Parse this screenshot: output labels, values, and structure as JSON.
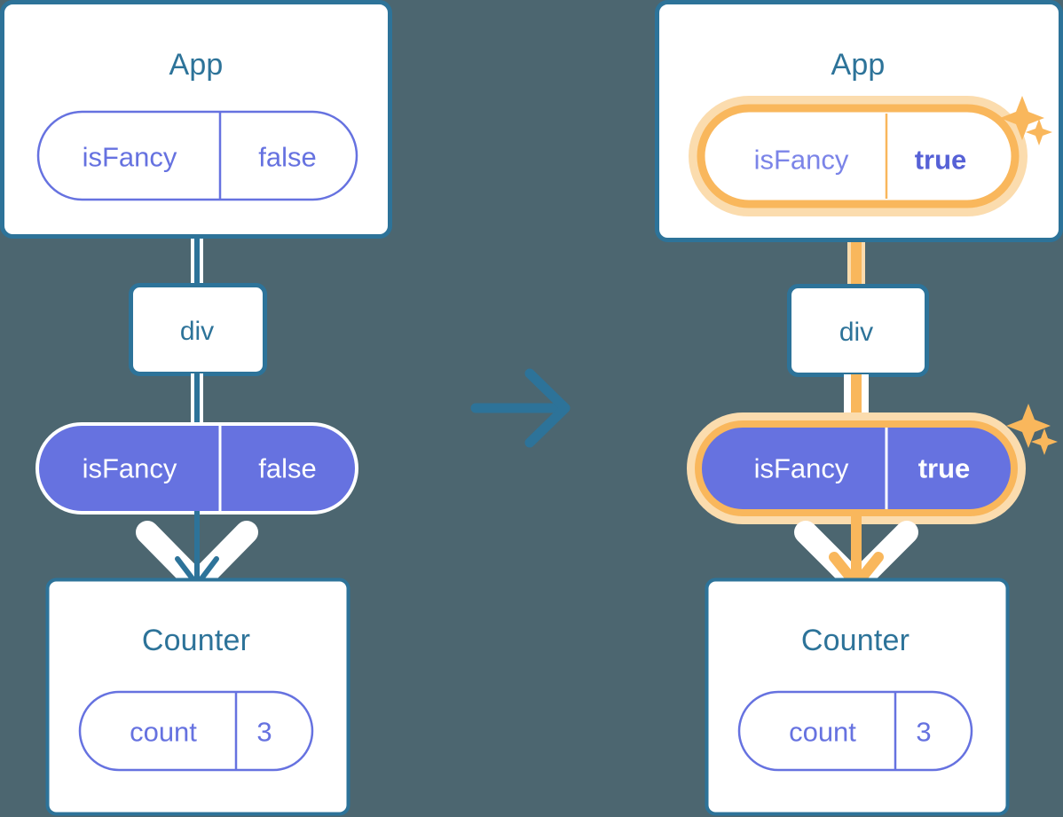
{
  "diagram": {
    "type": "state-propagation-diagram",
    "background_color": "#4c6670",
    "transition_arrow": "arrow-right-icon",
    "colors": {
      "box_border_blue": "#2d7399",
      "title_blue": "#2d7399",
      "pill_purple": "#6672e0",
      "pill_fill_purple": "#6672e0",
      "highlight_orange": "#f8b койт64",
      "highlight_orange_solid": "#f9b75c",
      "highlight_orange_glow": "#fbdcae",
      "white": "#ffffff"
    },
    "panels": [
      {
        "id": "before",
        "app_box": {
          "title": "App",
          "pill": {
            "key": "isFancy",
            "value": "false",
            "style": "outline",
            "highlighted": false,
            "bold_value": false
          }
        },
        "div_box": {
          "label": "div"
        },
        "prop_pill": {
          "key": "isFancy",
          "value": "false",
          "style": "filled",
          "highlighted": false,
          "bold_value": false
        },
        "counter_box": {
          "title": "Counter",
          "pill": {
            "key": "count",
            "value": "3",
            "style": "outline",
            "highlighted": false,
            "bold_value": false
          }
        },
        "connector_color": "#2d7399",
        "arrow_color": "#2d7399",
        "sparkles": false
      },
      {
        "id": "after",
        "app_box": {
          "title": "App",
          "pill": {
            "key": "isFancy",
            "value": "true",
            "style": "outline",
            "highlighted": true,
            "bold_value": true
          }
        },
        "div_box": {
          "label": "div"
        },
        "prop_pill": {
          "key": "isFancy",
          "value": "true",
          "style": "filled",
          "highlighted": true,
          "bold_value": true
        },
        "counter_box": {
          "title": "Counter",
          "pill": {
            "key": "count",
            "value": "3",
            "style": "outline",
            "highlighted": false,
            "bold_value": false
          }
        },
        "connector_color": "#f9b75c",
        "arrow_color": "#f9b75c",
        "sparkles": true,
        "sparkle_icons": [
          "sparkle-star-icon",
          "sparkle-star-small-icon"
        ]
      }
    ]
  }
}
